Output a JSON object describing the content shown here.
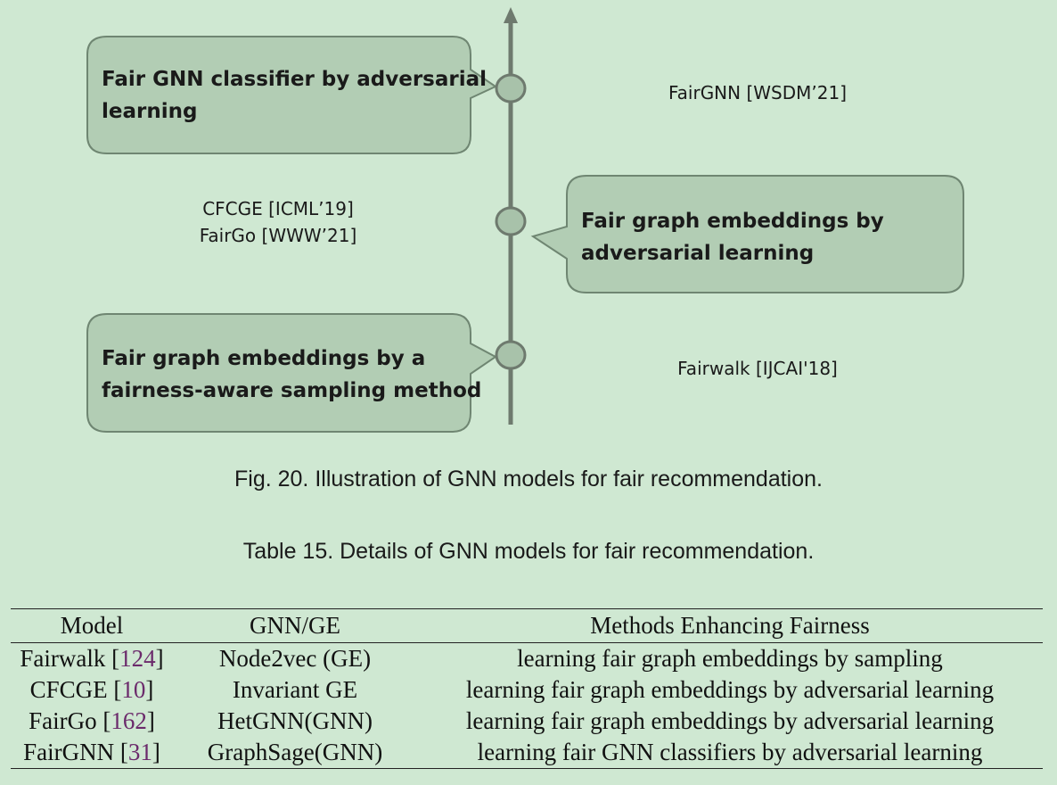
{
  "figure": {
    "callouts": [
      {
        "line1": "Fair GNN classifier by adversarial",
        "line2": "learning"
      },
      {
        "line1": "Fair graph embeddings by",
        "line2": "adversarial learning"
      },
      {
        "line1": "Fair graph embeddings by a",
        "line2": "fairness-aware sampling method"
      }
    ],
    "references": {
      "top": "FairGNN [WSDM’21]",
      "middle_line1": "CFCGE [ICML’19]",
      "middle_line2": "FairGo [WWW’21]",
      "bottom": "Fairwalk [IJCAI'18]"
    },
    "colors": {
      "background": "#cfe8d2",
      "callout_fill": "#b2cdb4",
      "callout_stroke": "#6f8672",
      "axis": "#6e7a6e",
      "node_fill": "#a8c2aa"
    }
  },
  "figure_caption": "Fig. 20.  Illustration of GNN models for fair recommendation.",
  "table_caption": "Table 15.  Details of GNN models for fair recommendation.",
  "table": {
    "headers": [
      "Model",
      "GNN/GE",
      "Methods Enhancing Fairness"
    ],
    "rows": [
      {
        "model": "Fairwalk",
        "cite": "124",
        "gnn": "Node2vec (GE)",
        "method": "learning fair graph embeddings by sampling"
      },
      {
        "model": "CFCGE",
        "cite": "10",
        "gnn": "Invariant GE",
        "method": "learning fair graph embeddings by adversarial learning"
      },
      {
        "model": "FairGo",
        "cite": "162",
        "gnn": "HetGNN(GNN)",
        "method": "learning fair graph embeddings by adversarial learning"
      },
      {
        "model": "FairGNN",
        "cite": "31",
        "gnn": "GraphSage(GNN)",
        "method": "learning fair GNN classifiers by adversarial learning"
      }
    ],
    "cite_color": "#6b2a6b"
  }
}
